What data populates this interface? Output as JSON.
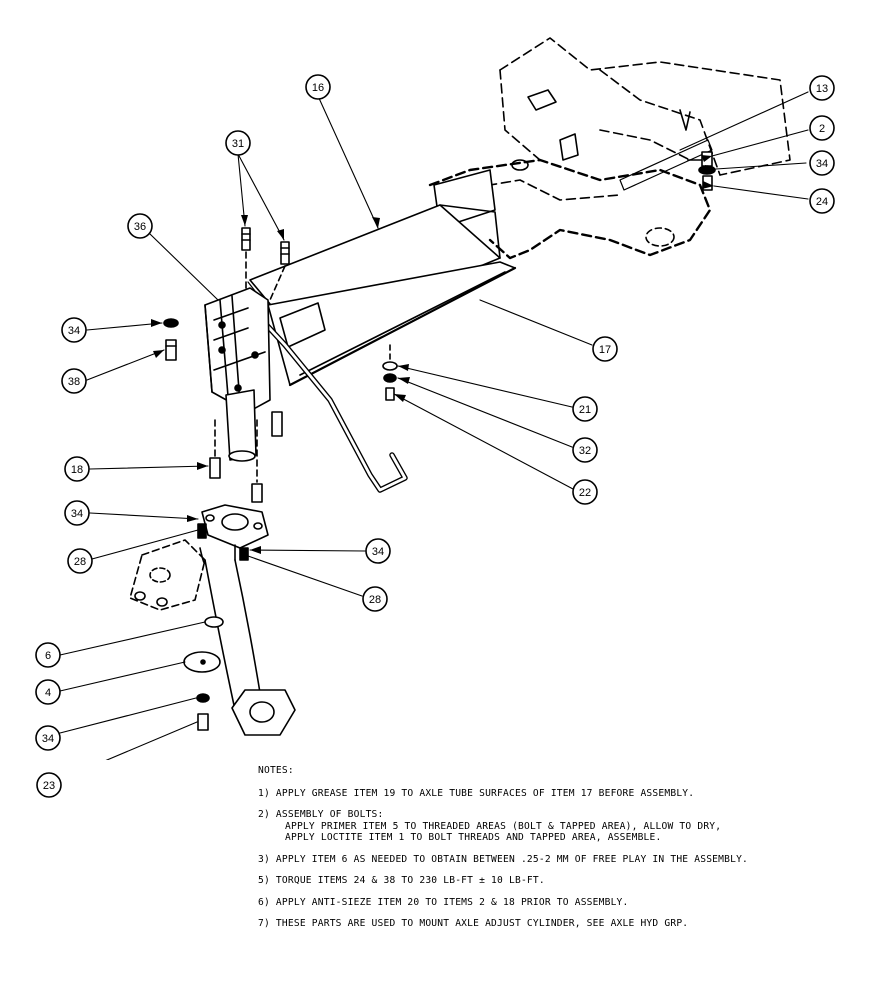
{
  "callouts": {
    "c16": "16",
    "c13": "13",
    "c2": "2",
    "c34a": "34",
    "c24": "24",
    "c31": "31",
    "c36": "36",
    "c34b": "34",
    "c38": "38",
    "c17": "17",
    "c21": "21",
    "c32": "32",
    "c22": "22",
    "c18": "18",
    "c34c": "34",
    "c28a": "28",
    "c34d": "34",
    "c28b": "28",
    "c6": "6",
    "c4": "4",
    "c34e": "34",
    "c23": "23"
  },
  "notes": {
    "title": "NOTES:",
    "items": [
      {
        "text": "1) APPLY GREASE ITEM 19 TO AXLE TUBE SURFACES OF ITEM 17 BEFORE ASSEMBLY."
      },
      {
        "text": "2) ASSEMBLY OF BOLTS:",
        "sub1": "APPLY PRIMER ITEM 5 TO THREADED AREAS (BOLT & TAPPED AREA), ALLOW TO DRY,",
        "sub2": "APPLY LOCTITE ITEM 1 TO BOLT THREADS AND TAPPED AREA, ASSEMBLE."
      },
      {
        "text": "3) APPLY ITEM 6 AS NEEDED TO OBTAIN BETWEEN .25-2 MM OF FREE PLAY IN THE ASSEMBLY."
      },
      {
        "text": "5) TORQUE ITEMS 24 & 38 TO 230 LB-FT ± 10 LB-FT."
      },
      {
        "text": "6) APPLY ANTI-SIEZE ITEM 20 TO ITEMS 2 & 18 PRIOR TO ASSEMBLY."
      },
      {
        "text": "7) THESE PARTS ARE USED TO MOUNT AXLE ADJUST CYLINDER, SEE AXLE HYD GRP."
      }
    ]
  }
}
